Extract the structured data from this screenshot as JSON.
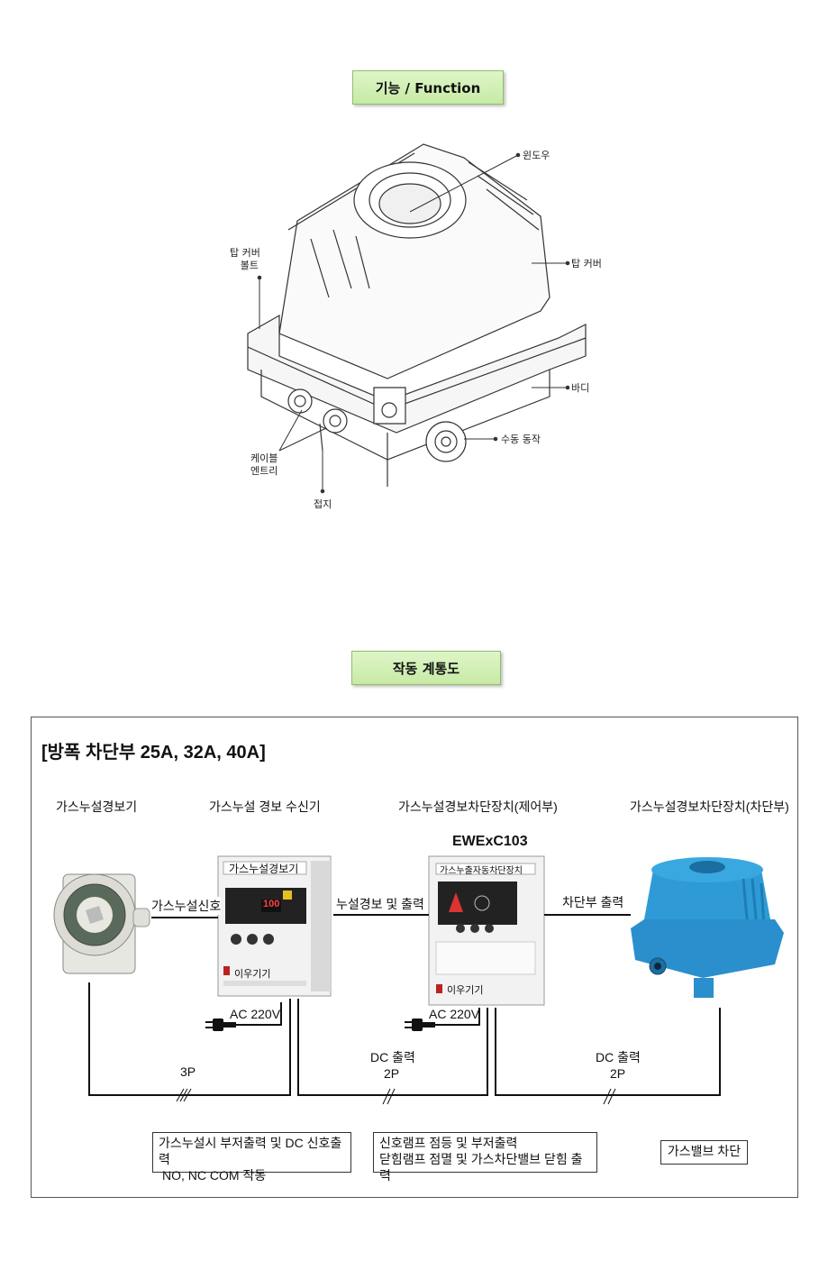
{
  "section1": {
    "title": "기능 / Function"
  },
  "actuator_labels": {
    "window": "윈도우",
    "top_cover": "탑 커버",
    "top_cover_bolt_1": "탑 커버",
    "top_cover_bolt_2": "볼트",
    "body": "바디",
    "manual": "수동 동작",
    "cable_1": "케이블",
    "cable_2": "엔트리",
    "ground": "접지"
  },
  "section2": {
    "title": "작동 계통도"
  },
  "diagram": {
    "heading": "[방폭 차단부 25A, 32A, 40A]",
    "devices": {
      "detector": "가스누설경보기",
      "receiver": "가스누설 경보 수신기",
      "controller": "가스누설경보차단장치(제어부)",
      "shutoff": "가스누설경보차단장치(차단부)"
    },
    "model": "EWExC103",
    "receiver_panel": {
      "title": "가스누설경보기",
      "brand": "이우기기",
      "display": "100"
    },
    "controller_panel": {
      "title": "가스누출자동차단장치",
      "brand": "이우기기"
    },
    "signals": {
      "leak_signal": "가스누설신호",
      "leak_alarm_output": "누설경보 및 출력",
      "shutoff_output": "차단부 출력",
      "ac1": "AC 220V",
      "ac2": "AC 220V",
      "wire1": "3P",
      "dc1_a": "DC 출력",
      "dc1_b": "2P",
      "dc2_a": "DC 출력",
      "dc2_b": "2P"
    },
    "boxes": {
      "box1_line1": "가스누설시 부저출력 및 DC 신호출력",
      "box1_line2": "NO, NC COM 작동",
      "box2_line1": "신호램프 점등 및 부저출력",
      "box2_line2": "닫힘램프 점멸 및 가스차단밸브 닫힘 출력",
      "box3": "가스밸브 차단"
    }
  }
}
